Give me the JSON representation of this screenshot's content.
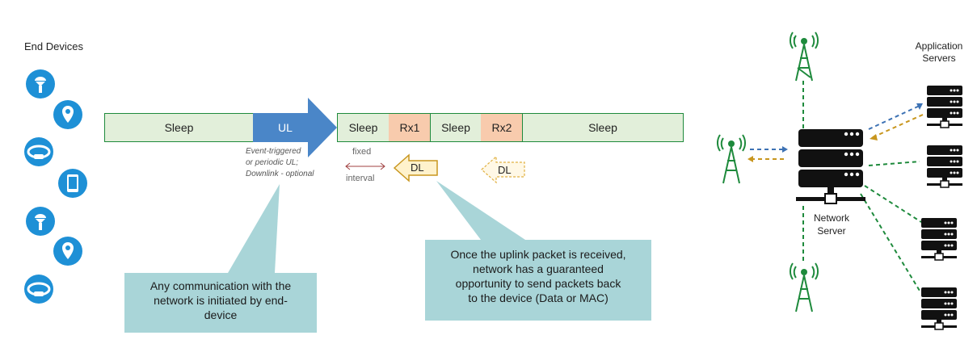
{
  "left_panel": {
    "title": "End Devices"
  },
  "right_panel": {
    "app_servers_title": "Application\nServers",
    "network_server_label": "Network\nServer"
  },
  "timeline": {
    "cells": [
      "Sleep",
      "UL",
      "Sleep",
      "Rx1",
      "Sleep",
      "Rx2",
      "Sleep"
    ],
    "ul_note": "Event-triggered\nor periodic UL;\nDownlink - optional",
    "fixed_label": "fixed",
    "interval_label": "interval",
    "dl_label": "DL",
    "dl_optional_label": "DL"
  },
  "callouts": {
    "left": "Any communication with the\nnetwork is initiated by end-\ndevice",
    "right": "Once the uplink packet is received,\nnetwork has a guaranteed\nopportunity to send packets back\nto the device (Data or MAC)"
  },
  "icons": [
    "sensor-icon",
    "location-pin-icon",
    "wristband-icon",
    "phone-icon",
    "sensor-icon",
    "location-pin-icon",
    "wristband-icon",
    "gateway-tower-icon",
    "server-icon"
  ],
  "colors": {
    "sleep_fill": "#e2efda",
    "sleep_border": "#1e8a3c",
    "rx_fill": "#f8cbad",
    "ul_arrow": "#4a86c8",
    "dl_fill": "#fff2cc",
    "dl_border": "#c8961e",
    "callout": "#a9d5d8",
    "device_circle": "#1e90d6",
    "link_green": "#1e8a3c",
    "link_blue": "#3d72b4",
    "link_gold": "#c8961e"
  }
}
